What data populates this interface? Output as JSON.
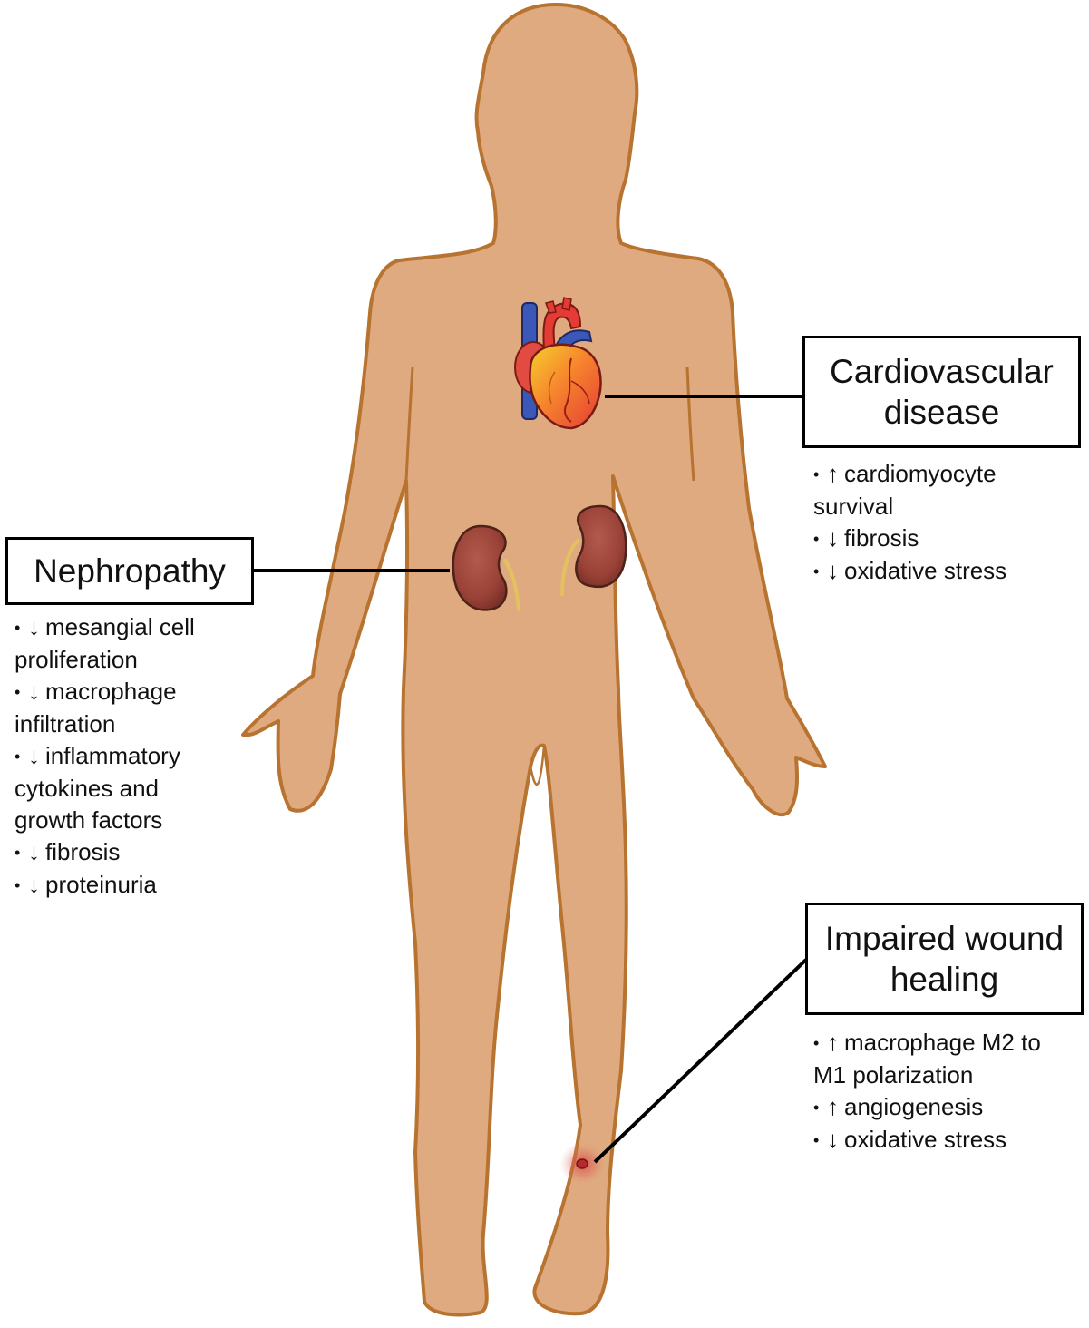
{
  "colors": {
    "skin_fill": "#dfaa7f",
    "skin_outline": "#b7732f",
    "heart_red": "#e53b35",
    "heart_orange": "#f6862d",
    "heart_yellow": "#f5cf2d",
    "vein_blue": "#3b57b8",
    "kidney_fill": "#a5493f",
    "kidney_dark": "#5a2a20",
    "ureter": "#e3c15f",
    "wound": "#d0383a",
    "callout_line": "#000000"
  },
  "icons": {
    "heart": "heart-illustration",
    "kidneys": "kidney-illustration",
    "wound": "skin-lesion-illustration",
    "body": "human-body-silhouette"
  },
  "callouts": [
    {
      "id": "cardiovascular",
      "title_lines": [
        "Cardiovascular",
        "disease"
      ],
      "effects": [
        {
          "bullet": "•",
          "arrow": "↑",
          "lines": [
            "cardiomyocyte"
          ]
        },
        {
          "continuation": "survival"
        },
        {
          "bullet": "•",
          "arrow": "↓",
          "lines": [
            "fibrosis"
          ]
        },
        {
          "bullet": "•",
          "arrow": "↓",
          "lines": [
            "oxidative stress"
          ]
        }
      ]
    },
    {
      "id": "nephropathy",
      "title_lines": [
        "Nephropathy"
      ],
      "effects": [
        {
          "bullet": "•",
          "arrow": "↓",
          "lines": [
            "mesangial cell"
          ]
        },
        {
          "continuation": "proliferation"
        },
        {
          "bullet": "•",
          "arrow": "↓",
          "lines": [
            "macrophage"
          ]
        },
        {
          "continuation": "infiltration"
        },
        {
          "bullet": "•",
          "arrow": "↓",
          "lines": [
            "inflammatory"
          ]
        },
        {
          "continuation": "cytokines and"
        },
        {
          "continuation": "growth factors"
        },
        {
          "bullet": "•",
          "arrow": "↓",
          "lines": [
            "fibrosis"
          ]
        },
        {
          "bullet": "•",
          "arrow": "↓",
          "lines": [
            "proteinuria"
          ]
        }
      ]
    },
    {
      "id": "wound",
      "title_lines": [
        "Impaired wound",
        "healing"
      ],
      "effects": [
        {
          "bullet": "•",
          "arrow": "↑",
          "lines": [
            "macrophage M2 to"
          ]
        },
        {
          "continuation": "M1 polarization"
        },
        {
          "bullet": "•",
          "arrow": "↑",
          "lines": [
            "angiogenesis"
          ]
        },
        {
          "bullet": "•",
          "arrow": "↓",
          "lines": [
            "oxidative stress"
          ]
        }
      ]
    }
  ]
}
